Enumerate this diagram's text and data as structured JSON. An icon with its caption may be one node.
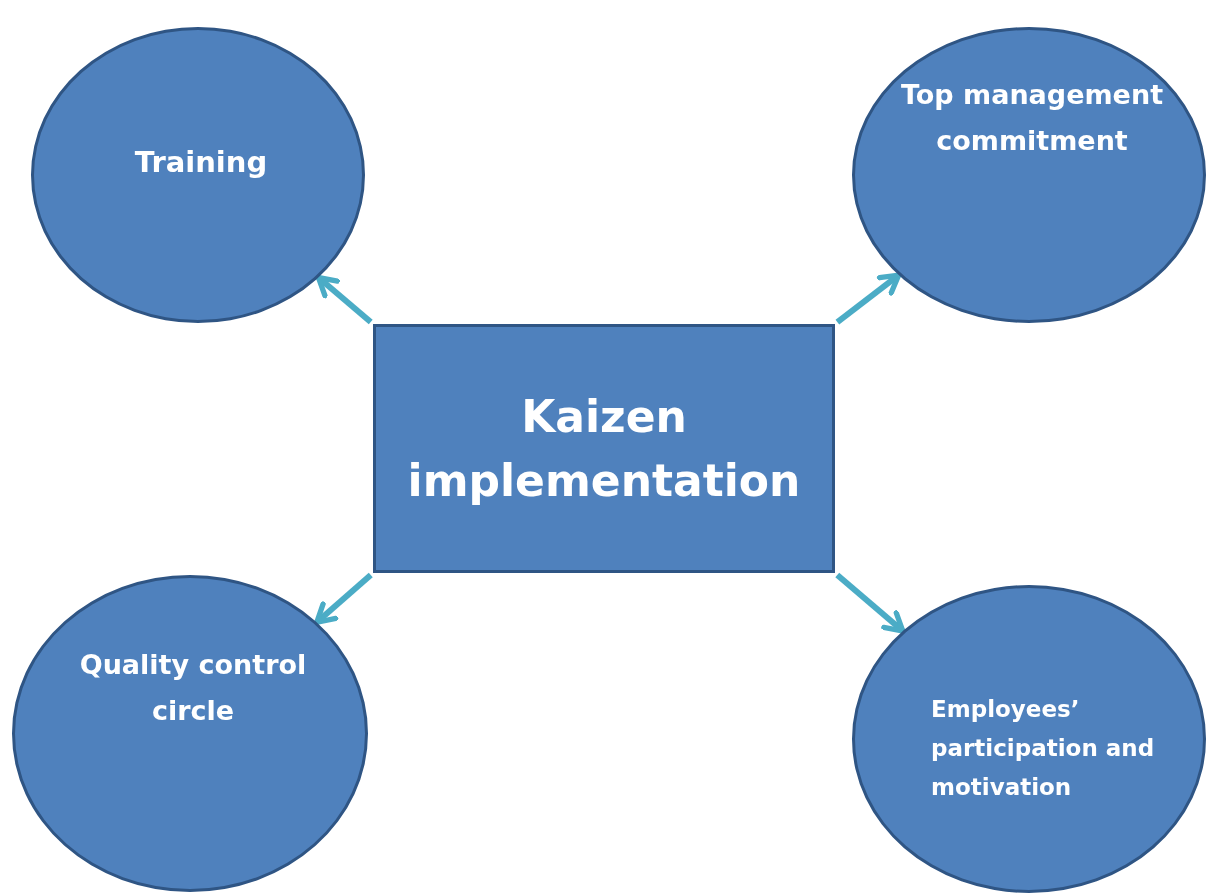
{
  "diagram": {
    "nodes": [
      {
        "text": [
          "Kaizen implementation"
        ]
      },
      {
        "text": [
          "Training"
        ]
      },
      {
        "text": [
          "Top management commitment"
        ]
      },
      {
        "text": [
          "Quality control circle"
        ]
      },
      {
        "text": [
          "Employees’ participation and motivation"
        ]
      }
    ],
    "edges": [
      {
        "from": 0,
        "to": 1,
        "arrow": "to"
      },
      {
        "from": 0,
        "to": 2,
        "arrow": "to"
      },
      {
        "from": 0,
        "to": 3,
        "arrow": "to"
      },
      {
        "from": 0,
        "to": 4,
        "arrow": "to"
      }
    ]
  }
}
